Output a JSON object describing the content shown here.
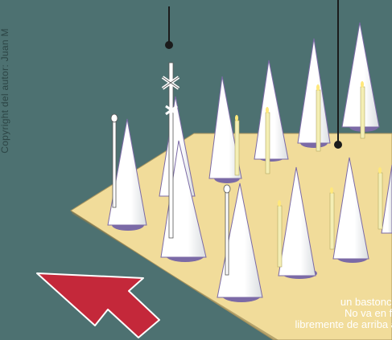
{
  "copyright": "Copyright del autor: Juan M",
  "header_text": "",
  "caption": [
    "un bastoncit",
    "No va en fil",
    "libremente de arriba a"
  ],
  "colors": {
    "background": "#4d7171",
    "platform": "#f1dc9a",
    "robe": "#ffffff",
    "shadow": "#7b6aa6",
    "candle": "#f4eeb4",
    "arrow": "#c4283a"
  },
  "icons": {
    "direction": "red-arrow-icon",
    "pointer": "callout-pin-icon",
    "staff": "processional-staff-icon",
    "cross": "cross-icon"
  }
}
